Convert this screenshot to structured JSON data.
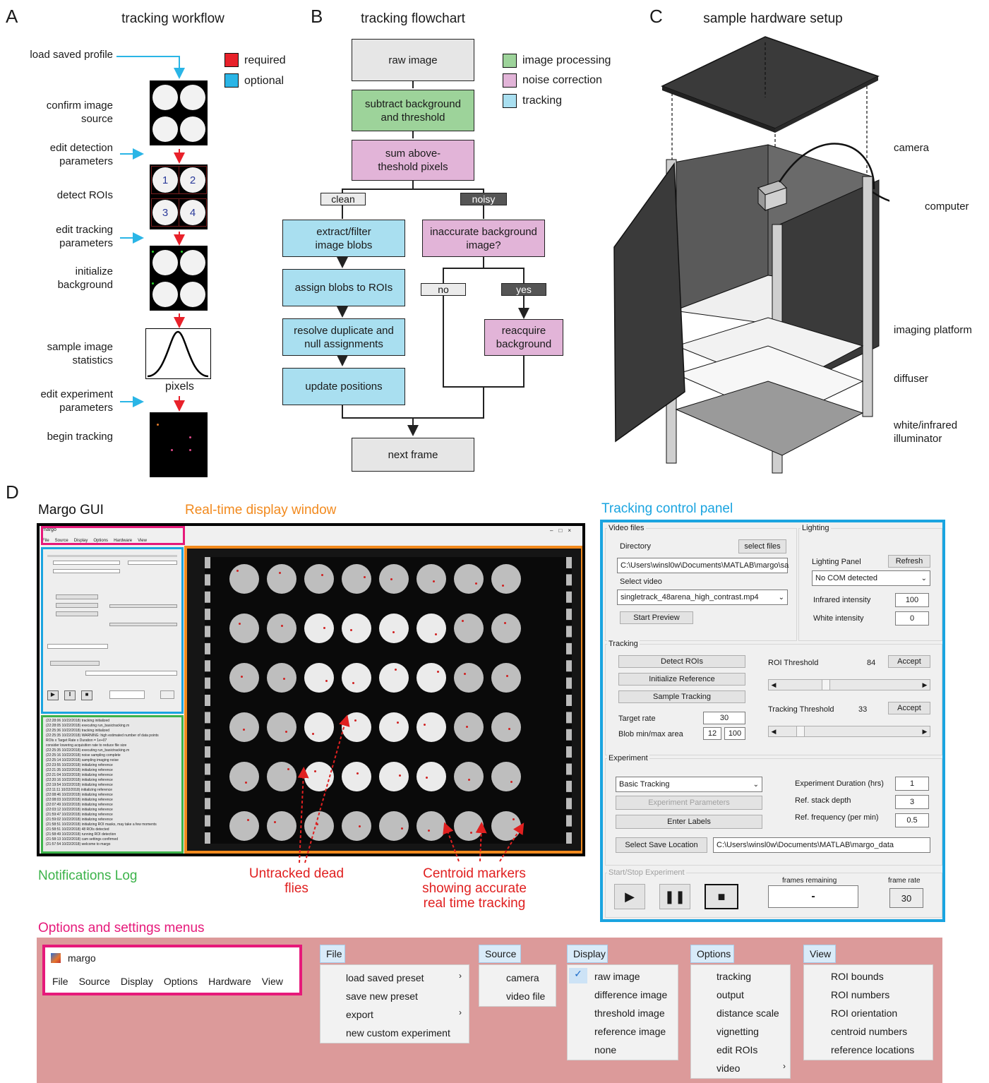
{
  "panel_a": {
    "letter": "A",
    "title": "tracking workflow",
    "steps": [
      "load saved profile",
      "confirm image source",
      "edit detection parameters",
      "detect ROIs",
      "edit tracking parameters",
      "initialize background",
      "sample image statistics",
      "edit experiment parameters",
      "begin tracking"
    ],
    "roi_numbers": [
      "1",
      "2",
      "3",
      "4"
    ],
    "hist_label": "pixels",
    "legend": [
      {
        "label": "required",
        "color": "#e8212a"
      },
      {
        "label": "optional",
        "color": "#2ab5e6"
      }
    ]
  },
  "panel_b": {
    "letter": "B",
    "title": "tracking flowchart",
    "nodes": {
      "raw": "raw image",
      "subtract": "subtract background and threshold",
      "sum": "sum above-theshold pixels",
      "extract": "extract/filter image blobs",
      "assign": "assign blobs to ROIs",
      "resolve": "resolve duplicate and null assignments",
      "update": "update positions",
      "inaccurate": "inaccurate background image?",
      "reacquire": "reacquire background",
      "next": "next frame"
    },
    "tags": {
      "clean": "clean",
      "noisy": "noisy",
      "no": "no",
      "yes": "yes"
    },
    "legend": [
      {
        "label": "image processing",
        "color": "#9dd39a"
      },
      {
        "label": "noise correction",
        "color": "#e2b4d8"
      },
      {
        "label": "tracking",
        "color": "#a9dff0"
      }
    ]
  },
  "panel_c": {
    "letter": "C",
    "title": "sample hardware setup",
    "labels": [
      "camera",
      "computer",
      "imaging platform",
      "diffuser",
      "white/infrared illuminator"
    ]
  },
  "panel_d": {
    "letter": "D",
    "gui_title": "Margo GUI",
    "display_title": "Real-time display window",
    "control_title": "Tracking control panel",
    "log_title": "Notifications Log",
    "menus_title": "Options and settings menus",
    "untracked_note": "Untracked dead flies",
    "centroid_note": "Centroid markers showing accurate real time tracking",
    "colors": {
      "menu": "#e6197a",
      "display": "#f28a1e",
      "control": "#1aa4e0",
      "log": "#3cb34a",
      "note": "#e02020"
    }
  },
  "control_panel": {
    "video_section": "Video files",
    "directory_label": "Directory",
    "select_files_btn": "select files",
    "directory_value": "C:\\Users\\winsl0w\\Documents\\MATLAB\\margo\\sa",
    "select_video_label": "Select video",
    "video_value": "singletrack_48arena_high_contrast.mp4",
    "start_preview_btn": "Start Preview",
    "lighting_section": "Lighting",
    "lighting_panel_label": "Lighting Panel",
    "refresh_btn": "Refresh",
    "com_value": "No COM detected",
    "infrared_label": "Infrared intensity",
    "infrared_value": "100",
    "white_label": "White intensity",
    "white_value": "0",
    "tracking_section": "Tracking",
    "detect_btn": "Detect ROIs",
    "init_ref_btn": "Initialize Reference",
    "sample_btn": "Sample Tracking",
    "roi_threshold_label": "ROI Threshold",
    "roi_threshold_value": "84",
    "tracking_threshold_label": "Tracking Threshold",
    "tracking_threshold_value": "33",
    "accept_btn": "Accept",
    "target_rate_label": "Target rate",
    "target_rate_value": "30",
    "blob_label": "Blob min/max area",
    "blob_min": "12",
    "blob_max": "100",
    "experiment_section": "Experiment",
    "experiment_value": "Basic Tracking",
    "exp_params_btn": "Experiment Parameters",
    "enter_labels_btn": "Enter Labels",
    "duration_label": "Experiment Duration (hrs)",
    "duration_value": "1",
    "stack_label": "Ref. stack depth",
    "stack_value": "3",
    "freq_label": "Ref. frequency (per min)",
    "freq_value": "0.5",
    "save_btn": "Select Save Location",
    "save_path": "C:\\Users\\winsl0w\\Documents\\MATLAB\\margo_data",
    "startstop_section": "Start/Stop Experiment",
    "frames_remaining_label": "frames remaining",
    "frames_remaining_value": "-",
    "frame_rate_label": "frame rate",
    "frame_rate_value": "30",
    "sroi_threshold_pct": 0.32,
    "tracking_threshold_pct": 0.13
  },
  "mini_gui": {
    "window_title": "margo",
    "menu": [
      "File",
      "Source",
      "Display",
      "Options",
      "Hardware",
      "View"
    ],
    "log_lines": [
      "(22:28:06 10/22/2018)  tracking initialized",
      "(22:28:05 10/22/2018)  executing run_basictracking.m",
      "(22:25:36 10/22/2018)  tracking initialized",
      "(22:25:35 10/22/2018)  WARNING: high estimated number of data points",
      "ROIs x Target Rate x Duration = 1e+07",
      "consider lowering acquisition rate to reduce file size",
      "(22:25:35 10/22/2018)  executing run_basictracking.m",
      "(22:25:16 10/22/2018)  noise sampling complete",
      "(22:25:14 10/22/2018)  sampling imaging noise",
      "(22:23:55 10/22/2018)  initializing reference",
      "(22:21:35 10/22/2018)  initializing reference",
      "(22:21:04 10/22/2018)  initializing reference",
      "(22:20:16 10/22/2018)  initializing reference",
      "(22:19:54 10/22/2018)  initializing reference",
      "(22:11:11 10/22/2018)  initializing reference",
      "(22:08:46 10/22/2018)  initializing reference",
      "(22:08:03 10/22/2018)  initializing reference",
      "(22:07:49 10/22/2018)  initializing reference",
      "(22:03:12 10/22/2018)  initializing reference",
      "(21:59:47 10/22/2018)  initializing reference",
      "(21:59:02 10/22/2018)  initializing reference",
      "(21:58:51 10/22/2018)  initializing ROI masks, may take a few moments",
      "(21:58:51 10/22/2018)  48 ROIs detected",
      "(21:58:49 10/22/2018)  running ROI detection",
      "(21:58:13 10/22/2018)  cam settings confirmed",
      "(21:57:54 10/22/2018)  welcome to margo"
    ]
  },
  "menus": {
    "window": {
      "title": "margo",
      "items": [
        "File",
        "Source",
        "Display",
        "Options",
        "Hardware",
        "View"
      ]
    },
    "file": {
      "title": "File",
      "items": [
        "load saved preset",
        "save new preset",
        "export",
        "new custom experiment"
      ]
    },
    "source": {
      "title": "Source",
      "items": [
        "camera",
        "video file"
      ]
    },
    "display": {
      "title": "Display",
      "items": [
        "raw image",
        "difference image",
        "threshold image",
        "reference image",
        "none"
      ]
    },
    "options": {
      "title": "Options",
      "items": [
        "tracking",
        "output",
        "distance scale",
        "vignetting",
        "edit ROIs",
        "video"
      ]
    },
    "view": {
      "title": "View",
      "items": [
        "ROI bounds",
        "ROI numbers",
        "ROI orientation",
        "centroid numbers",
        "reference locations"
      ]
    }
  }
}
